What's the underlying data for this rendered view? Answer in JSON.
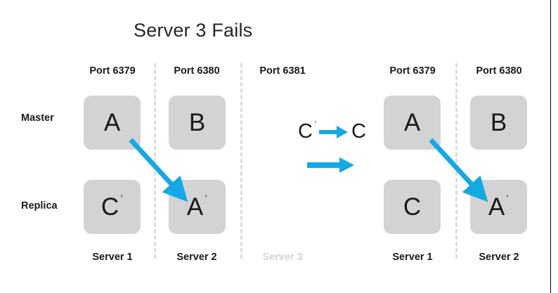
{
  "slide": {
    "title": "Server 3 Fails",
    "background_color": "#ffffff",
    "accent_color": "#12a9e5",
    "node_color": "#d3d3d3",
    "dim_color": "#d4d4d4"
  },
  "row_labels": {
    "master": "Master",
    "replica": "Replica"
  },
  "left_panel": {
    "columns": [
      {
        "port_label": "Port 6379",
        "server_label": "Server 1",
        "dimmed": false,
        "master_node": "A",
        "master_prime": "",
        "replica_node": "C",
        "replica_prime": "ˈ"
      },
      {
        "port_label": "Port 6380",
        "server_label": "Server 2",
        "dimmed": false,
        "master_node": "B",
        "master_prime": "",
        "replica_node": "A",
        "replica_prime": "ˈ"
      },
      {
        "port_label": "Port 6381",
        "server_label": "Server 3",
        "dimmed": true,
        "master_node": "",
        "master_prime": "",
        "replica_node": "",
        "replica_prime": ""
      }
    ]
  },
  "legend": {
    "from_glyph": "C",
    "from_prime": "ˈ",
    "to_glyph": "C",
    "arrow_icon": "right-arrow-icon",
    "plain_arrow_icon": "right-arrow-icon"
  },
  "right_panel": {
    "columns": [
      {
        "port_label": "Port 6379",
        "server_label": "Server 1",
        "dimmed": false,
        "master_node": "A",
        "master_prime": "",
        "replica_node": "C",
        "replica_prime": ""
      },
      {
        "port_label": "Port 6380",
        "server_label": "Server 2",
        "dimmed": false,
        "master_node": "B",
        "master_prime": "",
        "replica_node": "A",
        "replica_prime": "ˈ"
      }
    ]
  },
  "arrows": {
    "left_replication": "replication-arrow-left",
    "right_replication": "replication-arrow-right"
  }
}
